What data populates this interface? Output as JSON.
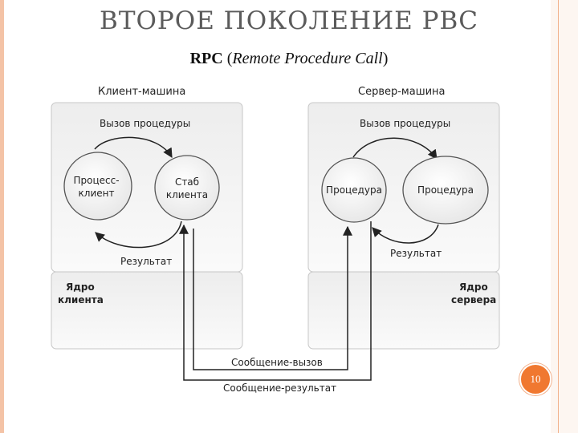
{
  "slide": {
    "title": "ВТОРОЕ ПОКОЛЕНИЕ РВС",
    "subtitle_abbr": "RPC",
    "subtitle_open": " (",
    "subtitle_expansion": "Remote Procedure Call",
    "subtitle_close": ")",
    "page_number": "10"
  },
  "diagram": {
    "client": {
      "heading": "Клиент-машина",
      "call_label": "Вызов процедуры",
      "process_line1": "Процесс-",
      "process_line2": "клиент",
      "stub_line1": "Стаб",
      "stub_line2": "клиента",
      "result_label": "Результат",
      "kernel_line1": "Ядро",
      "kernel_line2": "клиента"
    },
    "server": {
      "heading": "Сервер-машина",
      "call_label": "Вызов процедуры",
      "procedure_left": "Процедура",
      "procedure_right": "Процедура",
      "result_label": "Результат",
      "kernel_line1": "Ядро",
      "kernel_line2": "сервера"
    },
    "message_call": "Сообщение-вызов",
    "message_result": "Сообщение-результат"
  }
}
